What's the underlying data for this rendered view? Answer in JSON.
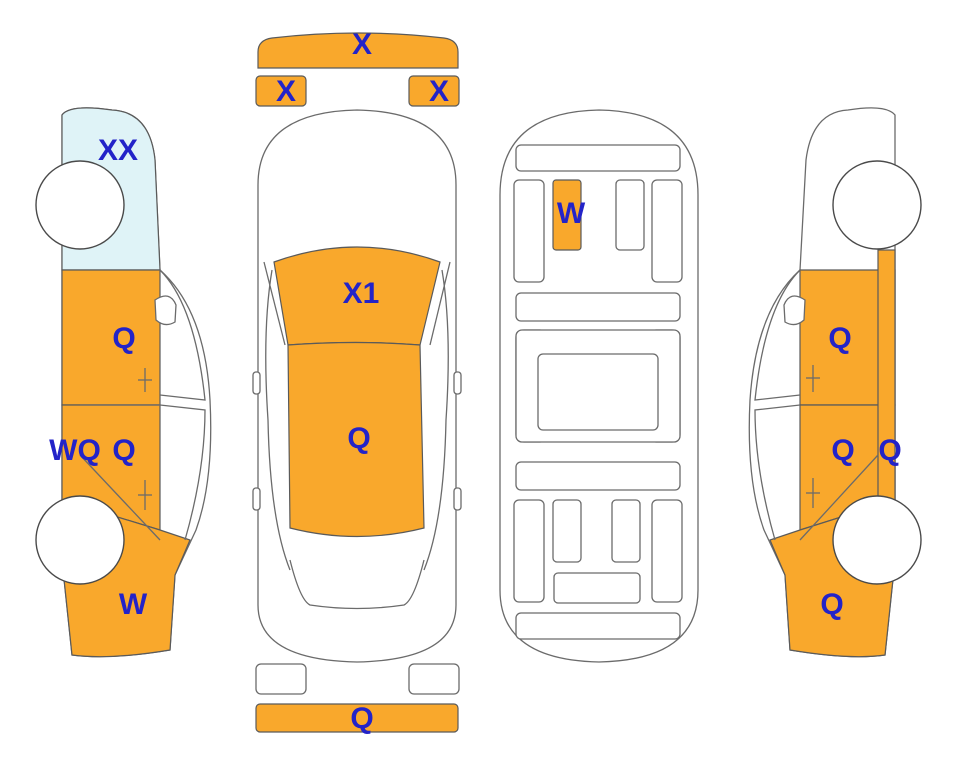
{
  "colors": {
    "highlight": "#f9a82c",
    "glass": "#dff3f7",
    "label": "#2323c8",
    "outline": "#6b6b6b"
  },
  "labels": {
    "front_bumper": "X",
    "front_left_light": "X",
    "front_right_light": "X",
    "windshield": "XX",
    "hood": "X1",
    "roof": "Q",
    "rear_bumper": "Q",
    "underbody_panel": "W",
    "left_front_door": "Q",
    "left_rear_door": "Q",
    "left_sill": "WQ",
    "left_quarter": "W",
    "right_front_door": "Q",
    "right_rear_door": "Q",
    "right_sill": "Q",
    "right_quarter": "Q"
  }
}
